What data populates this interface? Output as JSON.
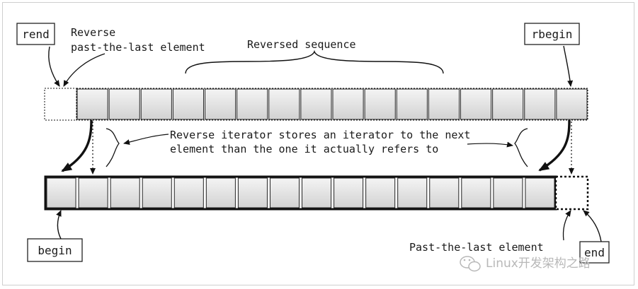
{
  "labels": {
    "rend": "rend",
    "rbegin": "rbegin",
    "begin": "begin",
    "end": "end",
    "reverse_line1": "Reverse",
    "reverse_line2": "past-the-last element",
    "reversed_sequence": "Reversed sequence",
    "note_line1": "Reverse iterator stores an iterator to the next",
    "note_line2": "element than the one it actually refers to",
    "past_the_last": "Past-the-last element"
  },
  "watermark": {
    "text": "Linux开发架构之路",
    "icon": "wechat-icon"
  },
  "sequence": {
    "reversed_row_cells": 16,
    "forward_row_cells": 16
  },
  "colors": {
    "cell_fill": "#e2e2e2",
    "line": "#111111",
    "watermark": "#b8b8b8"
  }
}
